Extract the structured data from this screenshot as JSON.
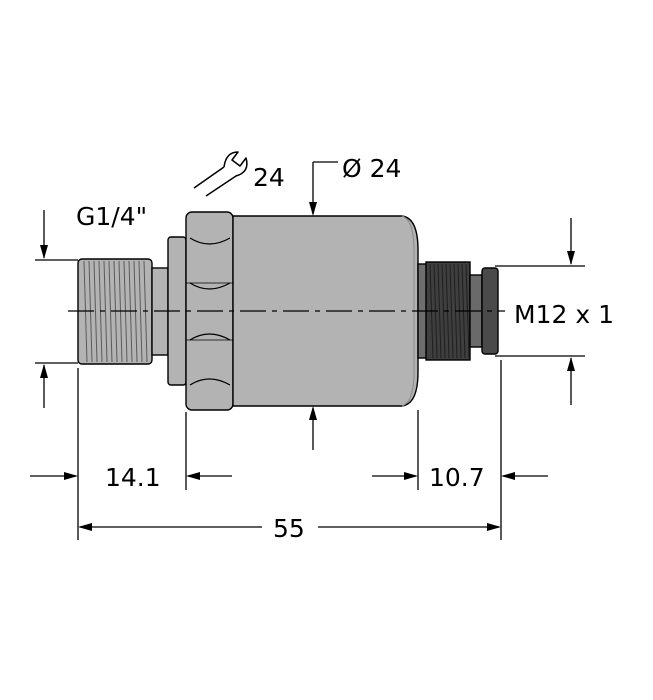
{
  "labels": {
    "thread_g": "G1/4\"",
    "wrench_size": "24",
    "diameter": "Ø 24",
    "thread_m": "M12 x 1",
    "dim_left": "14.1",
    "dim_right": "10.7",
    "dim_total": "55"
  },
  "icons": {
    "wrench": "wrench-icon"
  },
  "colors": {
    "body_fill": "#b3b3b3",
    "body_light": "#c4c4c4",
    "connector_fill": "#3f3f3f",
    "line": "#000000"
  }
}
